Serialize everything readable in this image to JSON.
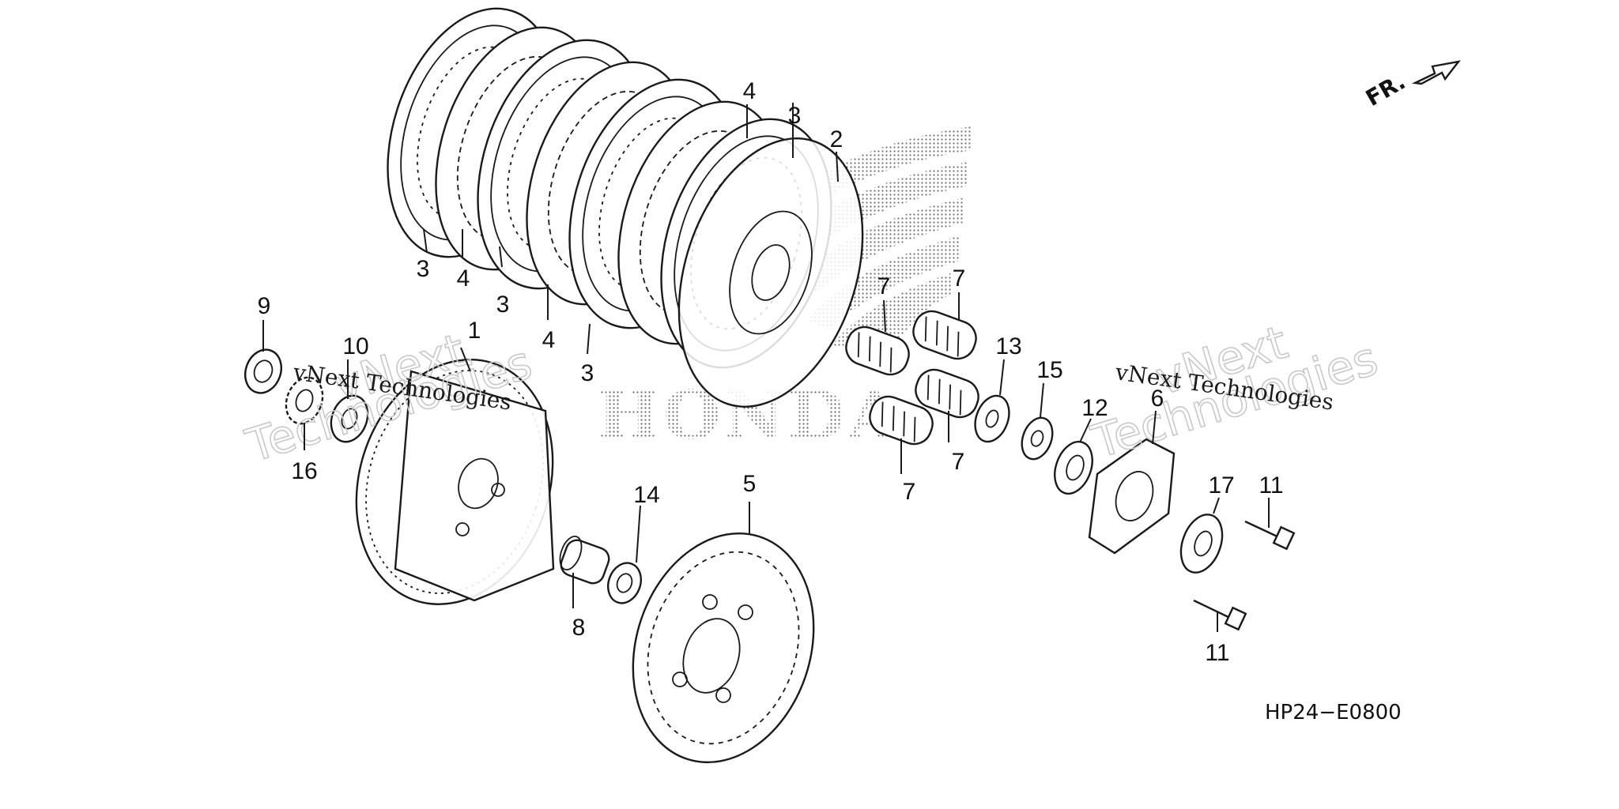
{
  "diagram": {
    "diagram_code": "HP24−E0800",
    "direction_label": "FR.",
    "brand_watermark": "HONDA",
    "watermark": {
      "line1": "vNext",
      "line2": "Technologies",
      "small": "vNext Technologies"
    },
    "callouts": [
      "1",
      "2",
      "3",
      "4",
      "5",
      "6",
      "7",
      "8",
      "9",
      "10",
      "11",
      "12",
      "13",
      "14",
      "15",
      "16",
      "17"
    ]
  },
  "colors": {
    "line": "#1a1a1a",
    "watermark": "#c9c9c9",
    "background": "#ffffff"
  }
}
